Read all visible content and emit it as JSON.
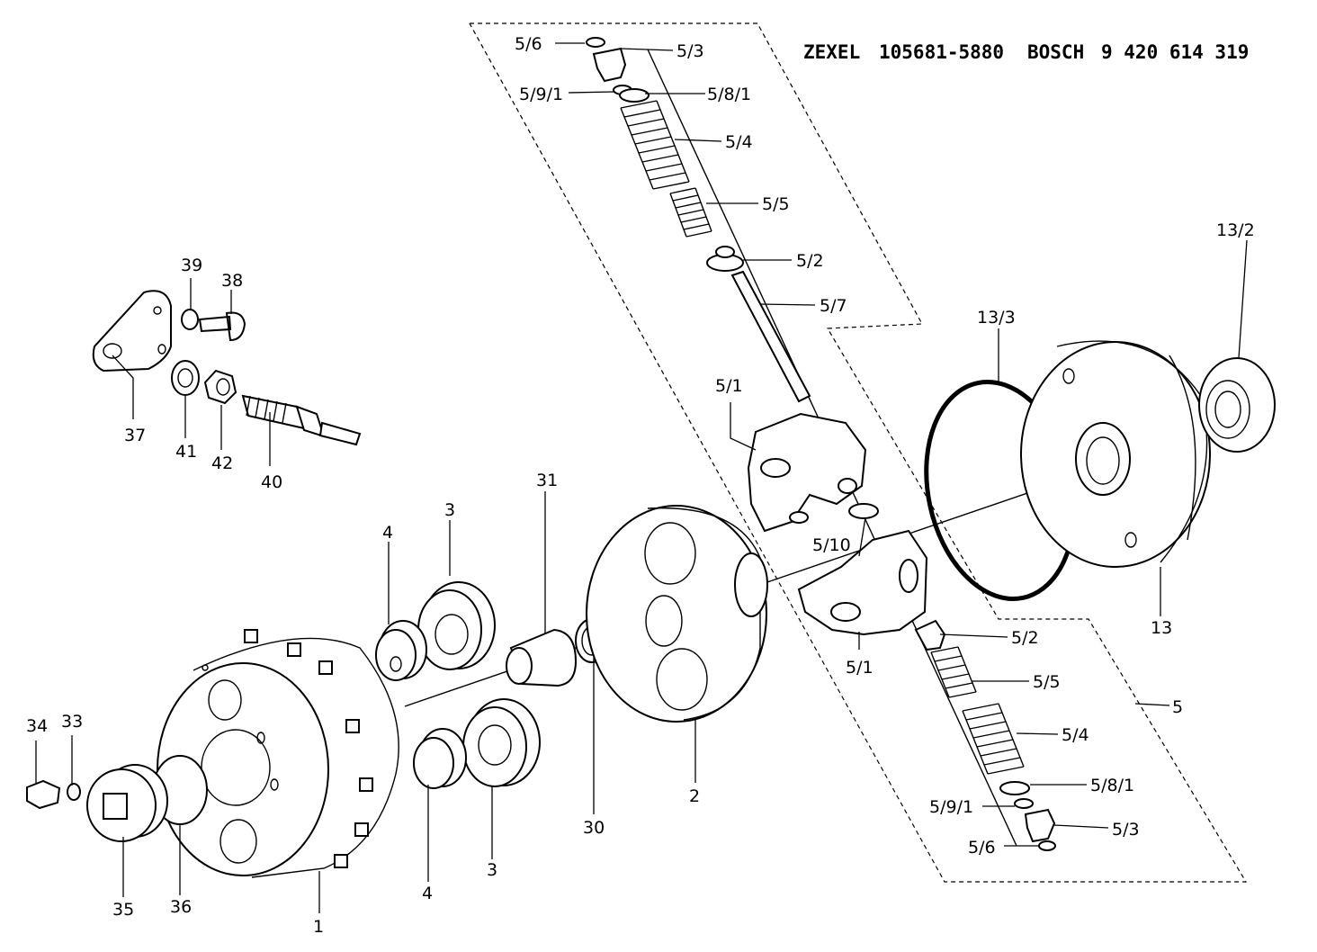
{
  "header": {
    "brand1": "ZEXEL",
    "code1": "105681-5880",
    "brand2": "BOSCH",
    "code2": "9 420 614 319"
  },
  "labels": {
    "l_5_6_top": "5/6",
    "l_5_3_top": "5/3",
    "l_5_9_1_top": "5/9/1",
    "l_5_8_1_top": "5/8/1",
    "l_5_4_top": "5/4",
    "l_5_5_top": "5/5",
    "l_5_2_top": "5/2",
    "l_5_7": "5/7",
    "l_5_1_top": "5/1",
    "l_5_10": "5/10",
    "l_5_1_bot": "5/1",
    "l_5_2_bot": "5/2",
    "l_5_5_bot": "5/5",
    "l_5_4_bot": "5/4",
    "l_5_8_1_bot": "5/8/1",
    "l_5_9_1_bot": "5/9/1",
    "l_5_3_bot": "5/3",
    "l_5_6_bot": "5/6",
    "l_5": "5",
    "l_13_2": "13/2",
    "l_13_3": "13/3",
    "l_13": "13",
    "l_39": "39",
    "l_38": "38",
    "l_37": "37",
    "l_41": "41",
    "l_42": "42",
    "l_40": "40",
    "l_31": "31",
    "l_3_top": "3",
    "l_4_top": "4",
    "l_30": "30",
    "l_2": "2",
    "l_34": "34",
    "l_33": "33",
    "l_35": "35",
    "l_36": "36",
    "l_1": "1",
    "l_4_bot": "4",
    "l_3_bot": "3"
  }
}
